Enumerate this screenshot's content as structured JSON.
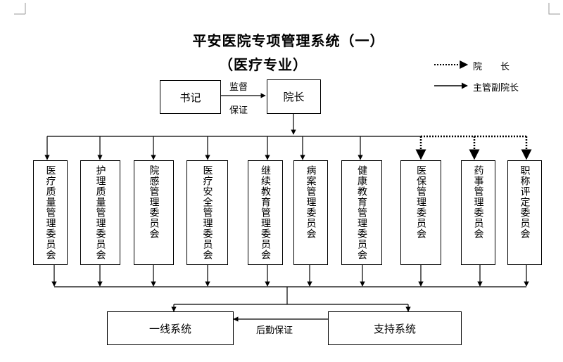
{
  "title": "平安医院专项管理系统（一）",
  "subtitle": "（医疗专业）",
  "legend": {
    "dotted_label": "院　　长",
    "solid_label": "主管副院长"
  },
  "top": {
    "secretary": "书记",
    "president": "院长",
    "label_supervise": "监督",
    "label_guarantee": "保证"
  },
  "committees": [
    "医疗质量管理委员会",
    "护理质量管理委员会",
    "院感管理委员会",
    "医疗安全管理委员会",
    "继续教育管理委员会",
    "病案管理委员会",
    "健康教育管理委员会",
    "医保管理委员会",
    "药事管理委员会",
    "职称评定委员会"
  ],
  "bottom": {
    "frontline": "一线系统",
    "support": "支持系统",
    "logistics": "后勤保证"
  }
}
